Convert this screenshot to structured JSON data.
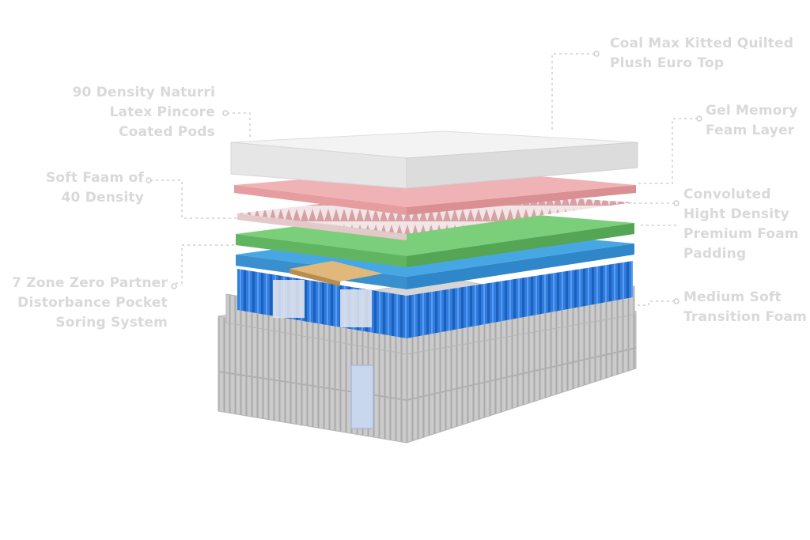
{
  "labels": {
    "euro_top": [
      "Coal Max Kitted Quilted",
      "Plush Euro Top"
    ],
    "gel_memory": [
      "Gel Memory",
      "Feam Layer"
    ],
    "convoluted": [
      "Convoluted",
      "Hight Density",
      "Premium Foam",
      "Padding"
    ],
    "transition": [
      "Medium Soft",
      "Transition Foam"
    ],
    "latex": [
      "90 Density Naturri",
      "Latex Pincore",
      "Coated Pods"
    ],
    "soft_foam": [
      "Soft Faam of",
      "40 Density"
    ],
    "pocket_spring": [
      "7 Zone Zero Partner",
      "Distorbance Pocket",
      "Soring System"
    ]
  },
  "colors": {
    "label_text": "#d9d9d9",
    "leader_line": "#cfcfcf",
    "euro_top": "#ececec",
    "gel_memory": "#efb3b5",
    "convoluted": "#d89ea2",
    "latex": "#7ccf7a",
    "transition": "#47a7e5",
    "pocket_spring": "#2f7de0",
    "base": "#c9c9c9"
  }
}
